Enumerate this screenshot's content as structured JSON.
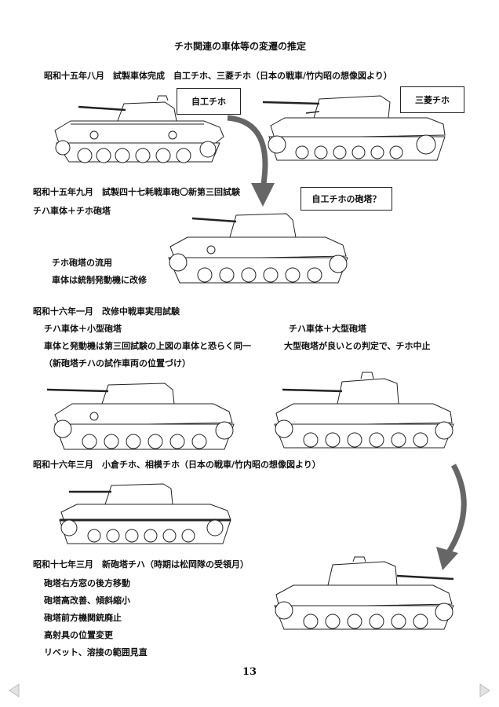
{
  "title": "チホ関連の車体等の変遷の推定",
  "s1": {
    "heading": "昭和十五年八月　試製車体完成　自工チホ、三菱チホ（日本の戦車/竹内昭の想像図より）",
    "label_left": "自工チホ",
    "label_right": "三菱チホ"
  },
  "s2": {
    "heading": "昭和十五年九月　試製四十七耗戦車砲〇新第三回試験",
    "sub": "チハ車体＋チホ砲塔",
    "box": "自工チホの砲塔？",
    "note1": "チホ砲塔の流用",
    "note2": "車体は統制発動機に改修"
  },
  "s3": {
    "heading": "昭和十六年一月　改修中戦車実用試験",
    "left1": "チハ車体＋小型砲塔",
    "left2": "車体と発動機は第三回試験の上図の車体と恐らく同一",
    "left3": "（新砲塔チハの試作車両の位置づけ）",
    "right1": "チハ車体＋大型砲塔",
    "right2": "大型砲塔が良いとの判定で、チホ中止"
  },
  "s4": {
    "heading": "昭和十六年三月　小倉チホ、相模チホ（日本の戦車/竹内昭の想像図より）"
  },
  "s5": {
    "heading": "昭和十七年三月　新砲塔チハ（時期は松岡隊の受領月）",
    "items": [
      "砲塔右方窓の後方移動",
      "砲塔高改善、傾斜縮小",
      "砲塔前方機関銃廃止",
      "高射具の位置変更",
      "リベット、溶接の範囲見直"
    ]
  },
  "page_number": "13"
}
